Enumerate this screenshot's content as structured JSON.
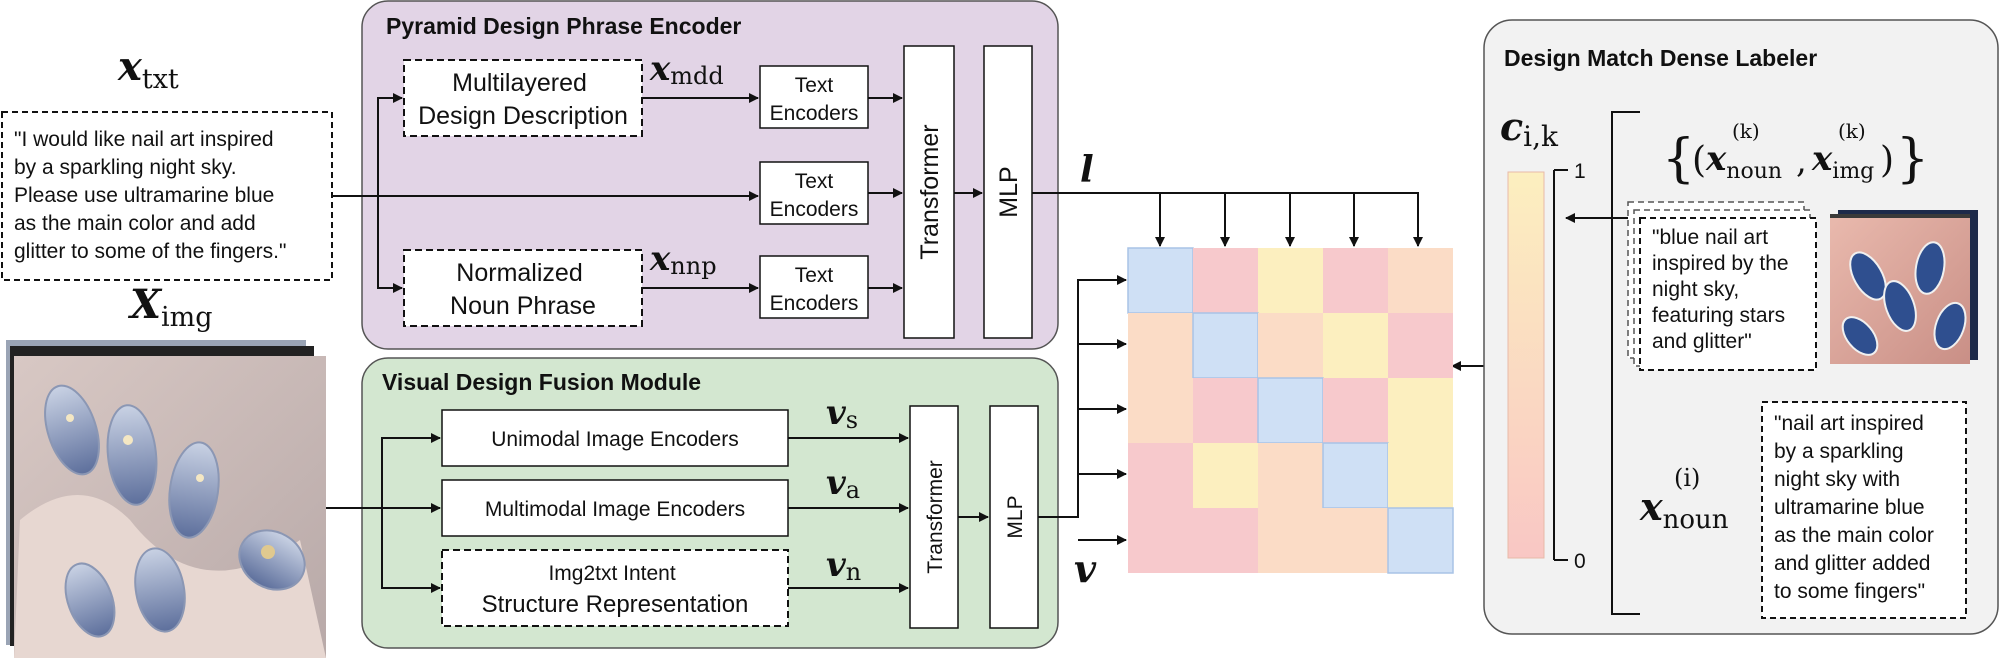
{
  "colors": {
    "pyramid_panel": "#e2d4e6",
    "visual_panel": "#d3e7d0",
    "labeler_panel": "#f2f2f2",
    "matrix_blue": "#cfe0f5",
    "matrix_pink": "#f7c9cc",
    "matrix_yellow": "#fcefbf",
    "matrix_peach": "#fbdcc6"
  },
  "inputs": {
    "x_txt_symbol": "x",
    "x_txt_sub": "txt",
    "x_img_symbol": "X",
    "x_img_sub": "img",
    "prompt_lines": [
      "\"I would like nail art inspired",
      "by a sparkling night sky.",
      "Please use ultramarine blue",
      "as the main color and add",
      "glitter to some of the fingers.\""
    ]
  },
  "pyramid": {
    "title": "Pyramid Design Phrase Encoder",
    "mdd_lines": [
      "Multilayered",
      "Design Description"
    ],
    "mdd_symbol": "x",
    "mdd_sub": "mdd",
    "nnp_lines": [
      "Normalized",
      "Noun Phrase"
    ],
    "nnp_symbol": "x",
    "nnp_sub": "nnp",
    "text_encoder_lines": [
      "Text",
      "Encoders"
    ],
    "transformer": "Transformer",
    "mlp": "MLP",
    "output_symbol": "l"
  },
  "visual": {
    "title": "Visual Design Fusion Module",
    "unimodal": "Unimodal Image Encoders",
    "multimodal": "Multimodal Image Encoders",
    "intent_lines": [
      "Img2txt Intent",
      "Structure Representation"
    ],
    "vs_symbol": "v",
    "vs_sub": "s",
    "va_symbol": "v",
    "va_sub": "a",
    "vn_symbol": "v",
    "vn_sub": "n",
    "transformer": "Transformer",
    "mlp": "MLP",
    "output_symbol": "v"
  },
  "labeler": {
    "title": "Design Match Dense Labeler",
    "c_symbol": "c",
    "c_sub": "i,k",
    "scale_max": "1",
    "scale_min": "0",
    "set_open": "{",
    "set_close": "}",
    "set_symbol_1": "x",
    "set_sub_1": "noun",
    "set_symbol_2": "x",
    "set_sub_2": "img",
    "set_sup": "(k)",
    "example_lines": [
      "\"blue nail art",
      "inspired by the",
      "night sky,",
      "featuring stars",
      "and glitter\""
    ],
    "noun_symbol": "x",
    "noun_sub": "noun",
    "noun_sup": "(i)",
    "noun_lines": [
      "\"nail art inspired",
      "by a sparkling",
      "night sky with",
      "ultramarine blue",
      "as the main color",
      "and glitter added",
      "to some fingers\""
    ]
  },
  "matrix": {
    "cells": [
      [
        "blue",
        "pink",
        "yellow",
        "pink",
        "peach"
      ],
      [
        "peach",
        "blue",
        "peach",
        "yellow",
        "pink"
      ],
      [
        "peach",
        "pink",
        "blue",
        "pink",
        "yellow"
      ],
      [
        "pink",
        "yellow",
        "peach",
        "blue",
        "yellow"
      ],
      [
        "pink",
        "pink",
        "peach",
        "peach",
        "blue"
      ]
    ]
  }
}
